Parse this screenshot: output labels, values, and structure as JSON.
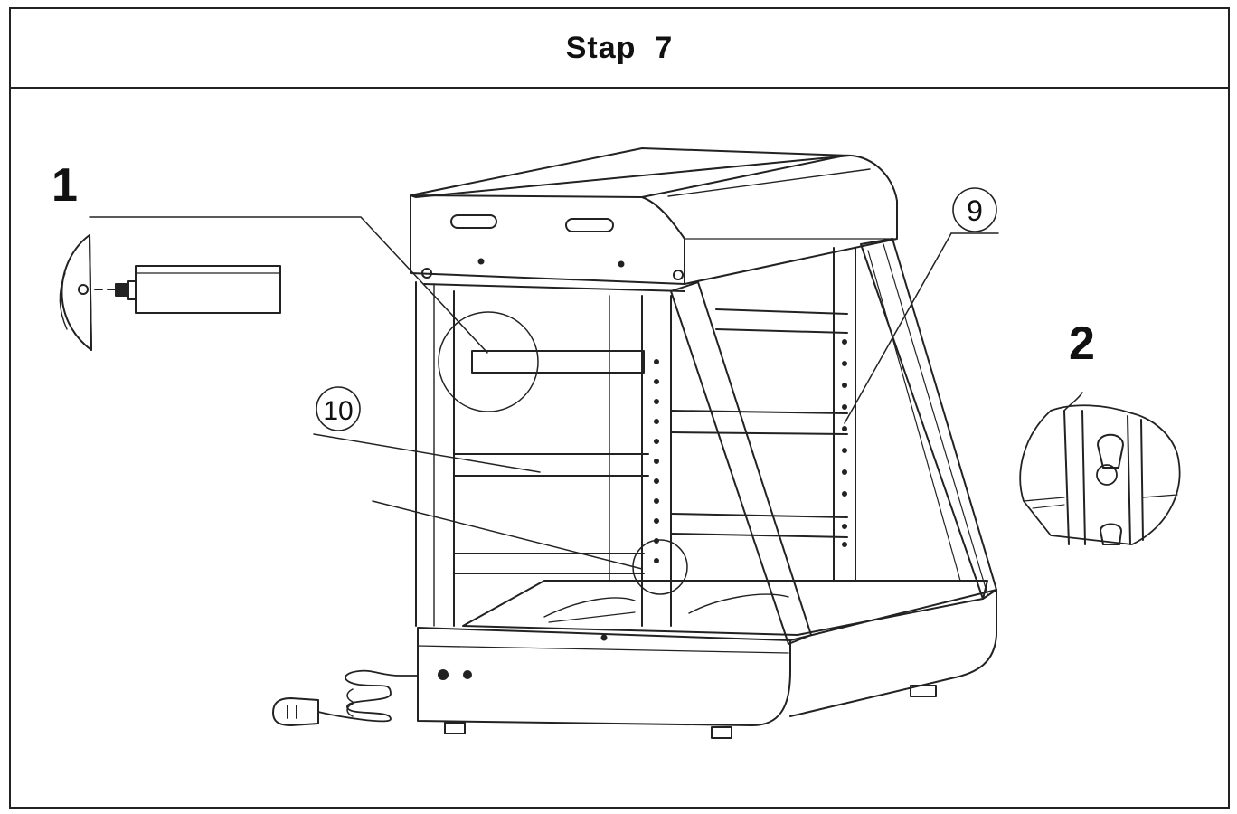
{
  "header": {
    "title": "Stap  7"
  },
  "figure": {
    "step_labels": [
      "1",
      "2"
    ],
    "callouts": [
      "⑨",
      "⑩"
    ],
    "icons": [
      "lamp-bulb-icon",
      "shelf-slot-detail-icon",
      "power-plug-icon"
    ]
  }
}
